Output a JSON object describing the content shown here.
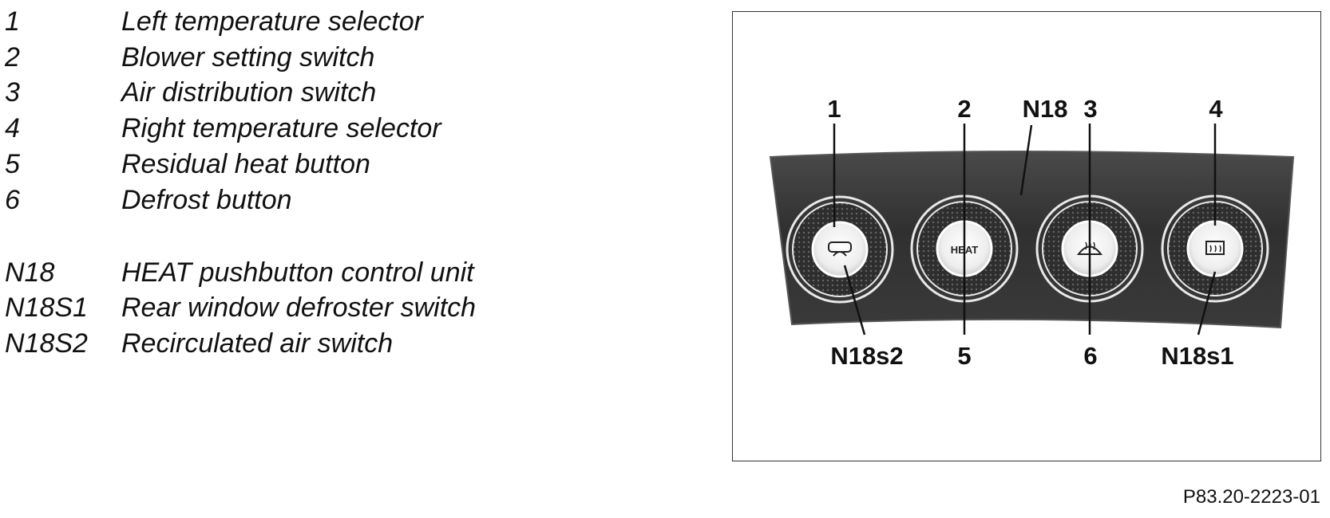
{
  "legend": {
    "items": [
      {
        "code": "1",
        "description": "Left temperature selector"
      },
      {
        "code": "2",
        "description": "Blower setting switch"
      },
      {
        "code": "3",
        "description": "Air distribution switch"
      },
      {
        "code": "4",
        "description": "Right temperature selector"
      },
      {
        "code": "5",
        "description": "Residual heat button"
      },
      {
        "code": "6",
        "description": "Defrost button"
      }
    ],
    "abbreviations": [
      {
        "code": "N18",
        "description": "HEAT pushbutton control unit"
      },
      {
        "code": "N18S1",
        "description": "Rear window defroster switch"
      },
      {
        "code": "N18S2",
        "description": "Recirculated air switch"
      }
    ]
  },
  "figure": {
    "top_callouts": [
      "1",
      "2",
      "N18",
      "3",
      "4"
    ],
    "bottom_callouts": [
      "N18s2",
      "5",
      "6",
      "N18s1"
    ],
    "button_labels": {
      "heat": "HEAT"
    },
    "icons": [
      "recirculated-air-icon",
      "heat-button-icon",
      "defrost-icon",
      "rear-window-defrost-icon"
    ],
    "colors": {
      "panel": "#333333",
      "panel_edge": "#555555",
      "ring": "#e8e8e8",
      "knob": "#f0f0f0",
      "text": "#111111"
    }
  },
  "reference": "P83.20-2223-01"
}
